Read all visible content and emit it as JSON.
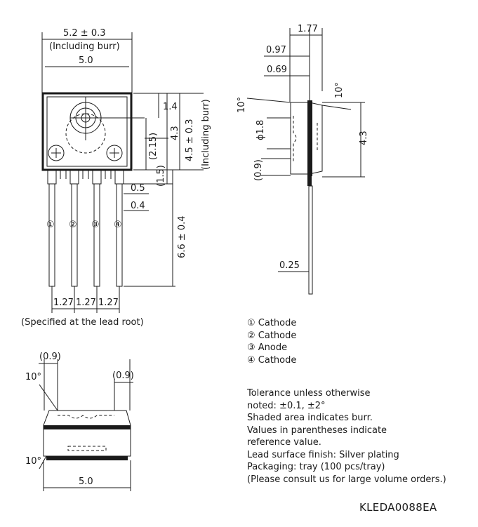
{
  "front": {
    "width_burr": "5.2 ± 0.3",
    "including_burr": "(Including burr)",
    "width": "5.0",
    "dim_1_4": "1.4",
    "dim_2_15": "(2.15)",
    "dim_4_3": "4.3",
    "dim_4_5": "4.5 ± 0.3",
    "dim_4_5_note": "(Including burr)",
    "dim_1_5": "(1.5)",
    "dim_0_5": "0.5",
    "dim_0_4": "0.4",
    "dim_6_6": "6.6 ± 0.4",
    "pin_labels": [
      "①",
      "②",
      "③",
      "④"
    ],
    "pitch": [
      "1.27",
      "1.27",
      "1.27"
    ],
    "caption": "(Specified at the lead root)"
  },
  "side": {
    "dim_1_77": "1.77",
    "dim_0_97": "0.97",
    "dim_0_69": "0.69",
    "angle_left": "10°",
    "angle_right": "10°",
    "phi": "ϕ1.8",
    "dim_4_3": "4.3",
    "dim_0_9": "(0.9)",
    "dim_0_25": "0.25"
  },
  "bottom": {
    "dim_0_9_left": "(0.9)",
    "dim_0_9_right": "(0.9)",
    "angle_top": "10°",
    "angle_bottom": "10°",
    "width": "5.0"
  },
  "pins": [
    "① Cathode",
    "② Cathode",
    "③ Anode",
    "④ Cathode"
  ],
  "notes": [
    "Tolerance unless otherwise",
    "noted: ±0.1, ±2°",
    "Shaded area indicates burr.",
    "Values in parentheses indicate",
    "reference value.",
    "Lead surface finish: Silver plating",
    "Packaging: tray (100 pcs/tray)",
    "(Please consult us for large volume orders.)"
  ],
  "doc_id": "KLEDA0088EA"
}
